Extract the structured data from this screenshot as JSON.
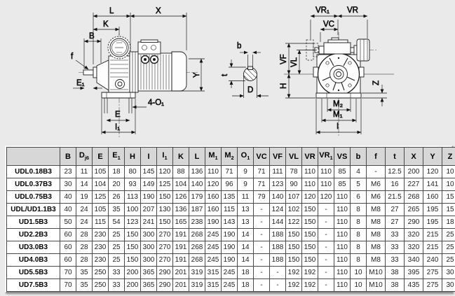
{
  "colors": {
    "background": "#eaeaea",
    "table_header_bg": "#d7d7d7",
    "drawing_line": "#1c1c1c",
    "cell_border": "#4a4a4a"
  },
  "diagram": {
    "left_view": {
      "L": "L",
      "X": "X",
      "K": "K",
      "B": "B",
      "f": "f",
      "E1": "E₁",
      "E": "E",
      "I1": "I₁",
      "holes": "4-O₁",
      "Y": "Y"
    },
    "shaft_section": {
      "b": "b",
      "t": "t",
      "D": "D"
    },
    "front_view": {
      "VR1": "VR₁",
      "VR": "VR",
      "VC": "VC",
      "VF": "VF",
      "VL": "VL",
      "H": "H",
      "Z": "Z",
      "M2": "M₂",
      "M1": "M₁",
      "I": "I"
    }
  },
  "table": {
    "columns": [
      {
        "t": "B"
      },
      {
        "t": "D",
        "s": "j6"
      },
      {
        "t": "E"
      },
      {
        "t": "E",
        "s": "1"
      },
      {
        "t": "H"
      },
      {
        "t": "I"
      },
      {
        "t": "I",
        "s": "1"
      },
      {
        "t": "K"
      },
      {
        "t": "L"
      },
      {
        "t": "M",
        "s": "1"
      },
      {
        "t": "M",
        "s": "2"
      },
      {
        "t": "O",
        "s": "1"
      },
      {
        "t": "VC"
      },
      {
        "t": "VF"
      },
      {
        "t": "VL"
      },
      {
        "t": "VR"
      },
      {
        "t": "VR",
        "s": "1"
      },
      {
        "t": "VS"
      },
      {
        "t": "b"
      },
      {
        "t": "f"
      },
      {
        "t": "t"
      },
      {
        "t": "X"
      },
      {
        "t": "Y"
      },
      {
        "t": "Z"
      }
    ],
    "rows": [
      {
        "model": "UDL0.18B3",
        "values": [
          "23",
          "11",
          "105",
          "18",
          "80",
          "145",
          "120",
          "88",
          "136",
          "110",
          "71",
          "9",
          "71",
          "111",
          "78",
          "110",
          "110",
          "85",
          "4",
          "-",
          "12.5",
          "200",
          "120",
          "10"
        ]
      },
      {
        "model": "UDL0.37B3",
        "values": [
          "30",
          "14",
          "104",
          "20",
          "93",
          "149",
          "125",
          "104",
          "140",
          "120",
          "96",
          "9",
          "71",
          "123",
          "90",
          "110",
          "110",
          "85",
          "5",
          "M6",
          "16",
          "227",
          "141",
          "10"
        ]
      },
      {
        "model": "UDL0.75B3",
        "values": [
          "40",
          "19",
          "125",
          "26",
          "113",
          "190",
          "150",
          "126",
          "179",
          "160",
          "135",
          "11",
          "79",
          "140",
          "107",
          "120",
          "120",
          "110",
          "6",
          "M6",
          "21.5",
          "268",
          "160",
          "15"
        ]
      },
      {
        "model": "UDL/UD1.1B3",
        "values": [
          "40",
          "24",
          "105",
          "35",
          "100",
          "207",
          "130",
          "136",
          "187",
          "160",
          "115",
          "13",
          "-",
          "124",
          "102",
          "150",
          "-",
          "110",
          "8",
          "M8",
          "27",
          "265",
          "195",
          "15"
        ]
      },
      {
        "model": "UD1.5B3",
        "values": [
          "50",
          "24",
          "115",
          "54",
          "123",
          "241",
          "150",
          "165",
          "238",
          "190",
          "143",
          "13",
          "-",
          "144",
          "122",
          "150",
          "-",
          "110",
          "8",
          "M8",
          "27",
          "290",
          "195",
          "18"
        ]
      },
      {
        "model": "UD2.2B3",
        "values": [
          "60",
          "28",
          "230",
          "25",
          "150",
          "300",
          "270",
          "191",
          "268",
          "245",
          "190",
          "14",
          "-",
          "188",
          "150",
          "150",
          "-",
          "110",
          "8",
          "M8",
          "33",
          "320",
          "215",
          "25"
        ]
      },
      {
        "model": "UD3.0B3",
        "values": [
          "60",
          "28",
          "230",
          "25",
          "150",
          "300",
          "270",
          "191",
          "268",
          "245",
          "190",
          "14",
          "-",
          "188",
          "150",
          "150",
          "-",
          "110",
          "8",
          "M8",
          "33",
          "320",
          "215",
          "25"
        ]
      },
      {
        "model": "UD4.0B3",
        "values": [
          "60",
          "28",
          "230",
          "25",
          "150",
          "300",
          "270",
          "191",
          "268",
          "245",
          "190",
          "14",
          "-",
          "188",
          "150",
          "150",
          "-",
          "110",
          "8",
          "M8",
          "33",
          "340",
          "240",
          "25"
        ]
      },
      {
        "model": "UD5.5B3",
        "values": [
          "70",
          "35",
          "250",
          "33",
          "200",
          "365",
          "290",
          "201",
          "319",
          "315",
          "245",
          "18",
          "-",
          "-",
          "192",
          "192",
          "-",
          "110",
          "10",
          "M10",
          "38",
          "395",
          "275",
          "30"
        ]
      },
      {
        "model": "UD7.5B3",
        "values": [
          "70",
          "35",
          "250",
          "33",
          "200",
          "365",
          "290",
          "201",
          "319",
          "315",
          "245",
          "18",
          "-",
          "-",
          "192",
          "192",
          "-",
          "110",
          "10",
          "M10",
          "38",
          "435",
          "275",
          "30"
        ]
      }
    ]
  }
}
